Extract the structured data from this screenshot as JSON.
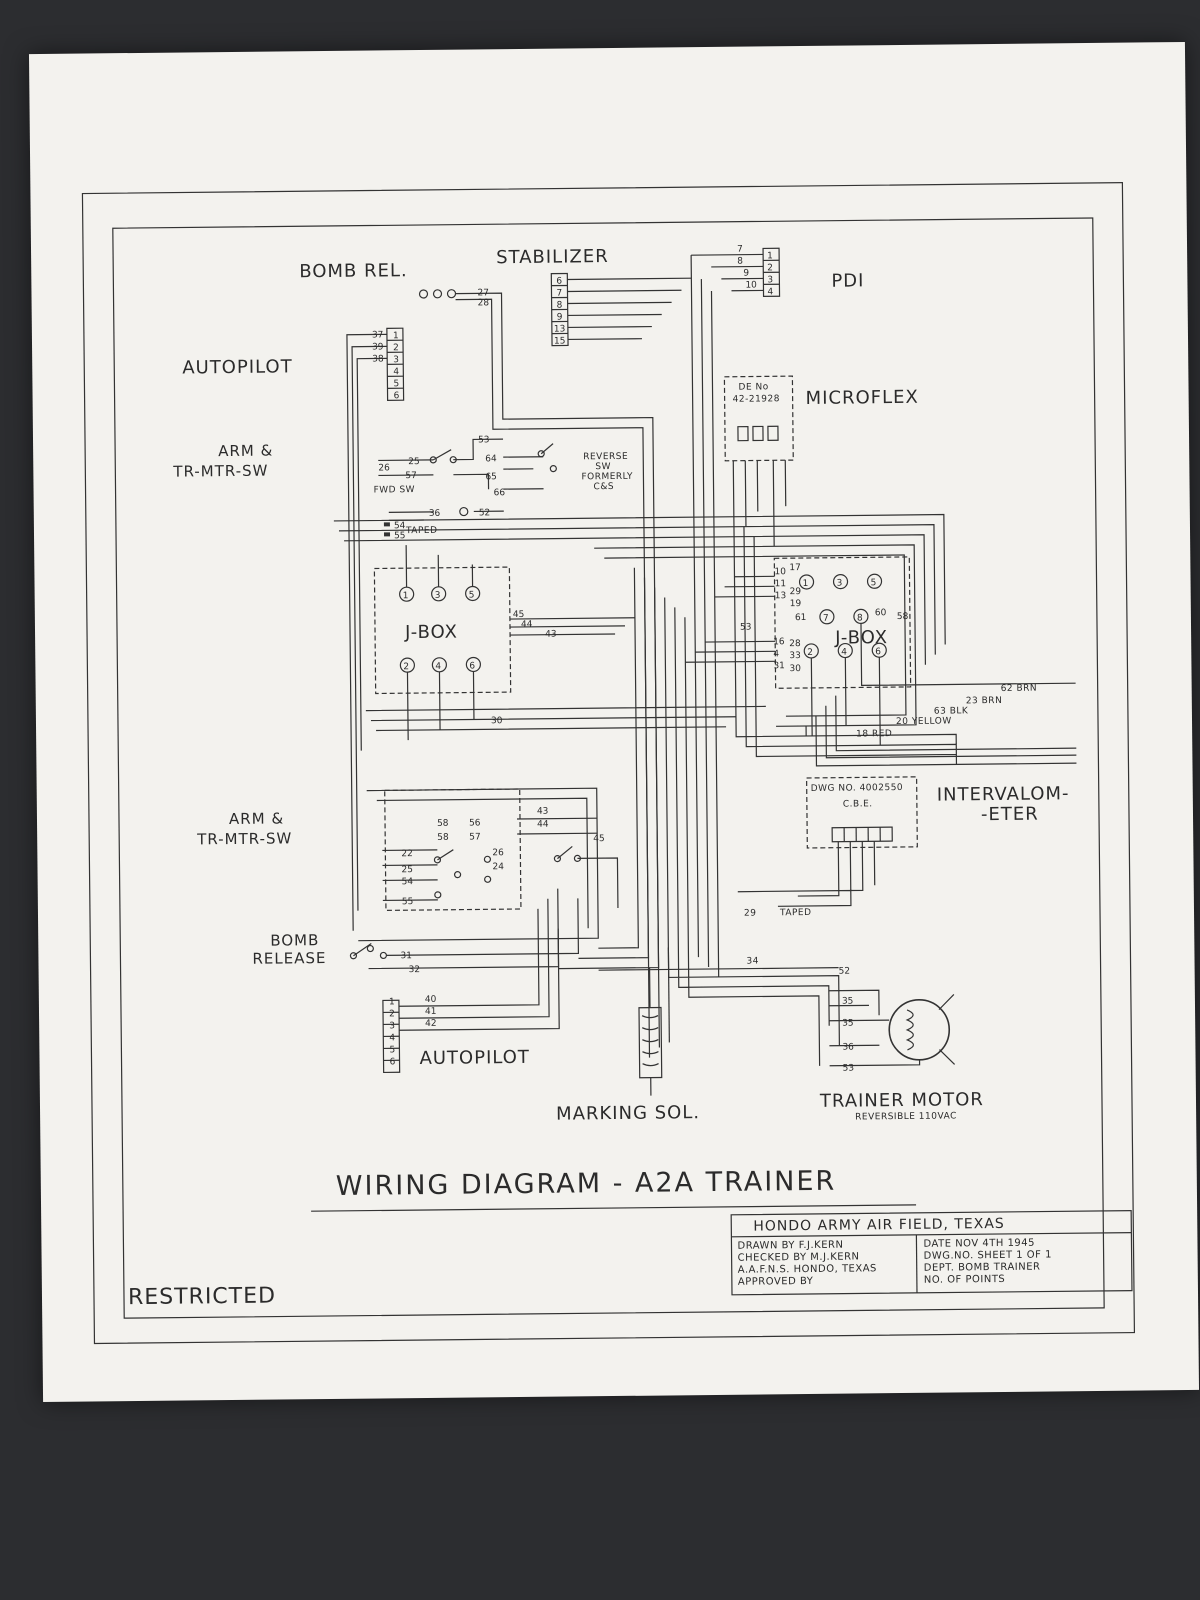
{
  "labels": {
    "bomb_rel": "BOMB REL.",
    "stabilizer": "STABILIZER",
    "pdi": "PDI",
    "autopilot_top": "AUTOPILOT",
    "microflex": "MICROFLEX",
    "microflex_part": "DE No",
    "microflex_part_no": "42-21928",
    "arm_sw_top_1": "ARM &",
    "arm_sw_top_2": "TR-MTR-SW",
    "fwd_sw": "FWD SW",
    "taped": "TAPED",
    "reverse_sw_1": "REVERSE",
    "reverse_sw_2": "SW",
    "reverse_sw_3": "FORMERLY",
    "reverse_sw_4": "C&S",
    "jbox_left": "J-BOX",
    "jbox_right": "J-BOX",
    "arm_sw_bottom_1": "ARM &",
    "arm_sw_bottom_2": "TR-MTR-SW",
    "intervalometer_1": "INTERVALOM-",
    "intervalometer_2": "-ETER",
    "intervalometer_dwg": "DWG NO. 4002550",
    "intervalometer_cbe": "C.B.E.",
    "bomb_release_1": "BOMB",
    "bomb_release_2": "RELEASE",
    "autopilot_bottom": "AUTOPILOT",
    "marking_sol": "MARKING SOL.",
    "trainer_motor": "TRAINER MOTOR",
    "trainer_motor_sub": "REVERSIBLE 110VAC",
    "wire_62": "62 BRN",
    "wire_23": "23 BRN",
    "wire_63": "63 BLK",
    "wire_20": "20 YELLOW",
    "wire_18": "18 RED",
    "wire_29": "29",
    "wire_29_taped": "TAPED",
    "wire_34": "34"
  },
  "title": "WIRING DIAGRAM - A2A TRAINER",
  "title_block": {
    "org": "HONDO ARMY AIR FIELD, TEXAS",
    "drawn": "DRAWN BY   F.J.KERN",
    "checked": "CHECKED BY M.J.KERN",
    "aafns": "A.A.F.N.S. HONDO, TEXAS",
    "approved": "APPROVED BY",
    "date": "DATE  NOV 4TH 1945",
    "dwg": "DWG.NO. SHEET 1 OF 1",
    "dept": "DEPT.  BOMB TRAINER",
    "points": "NO. OF POINTS"
  },
  "restricted": "RESTRICTED",
  "colors": {
    "paper": "#f3f2ee",
    "ink": "#2b2b2b",
    "background": "#2c2d30"
  }
}
